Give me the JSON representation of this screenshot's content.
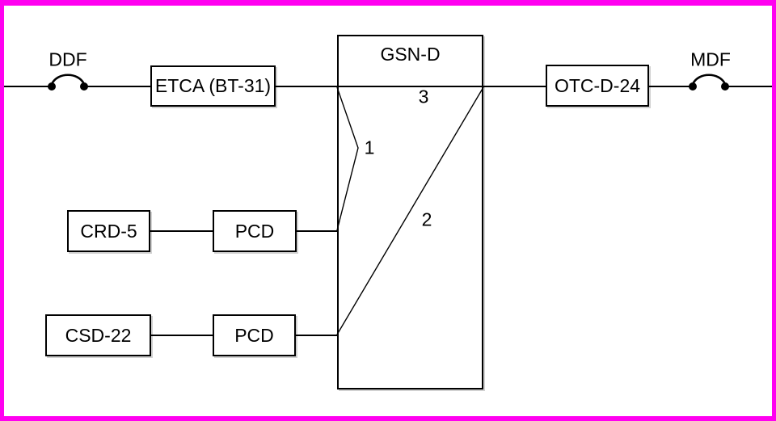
{
  "diagram": {
    "type": "telecom-transmission-block-diagram",
    "background": "#ffffff",
    "line_color": "#000000",
    "border_color": "#ff00f0",
    "frames": {
      "ddf": "DDF",
      "mdf": "MDF"
    },
    "blocks": {
      "etca": "ETCA (BT-31)",
      "gsn_d": "GSN-D",
      "otc_d_24": "OTC-D-24",
      "crd_5": "CRD-5",
      "pcd_upper": "PCD",
      "csd_22": "CSD-22",
      "pcd_lower": "PCD"
    },
    "path_labels": {
      "p1": "1",
      "p2": "2",
      "p3": "3"
    }
  }
}
